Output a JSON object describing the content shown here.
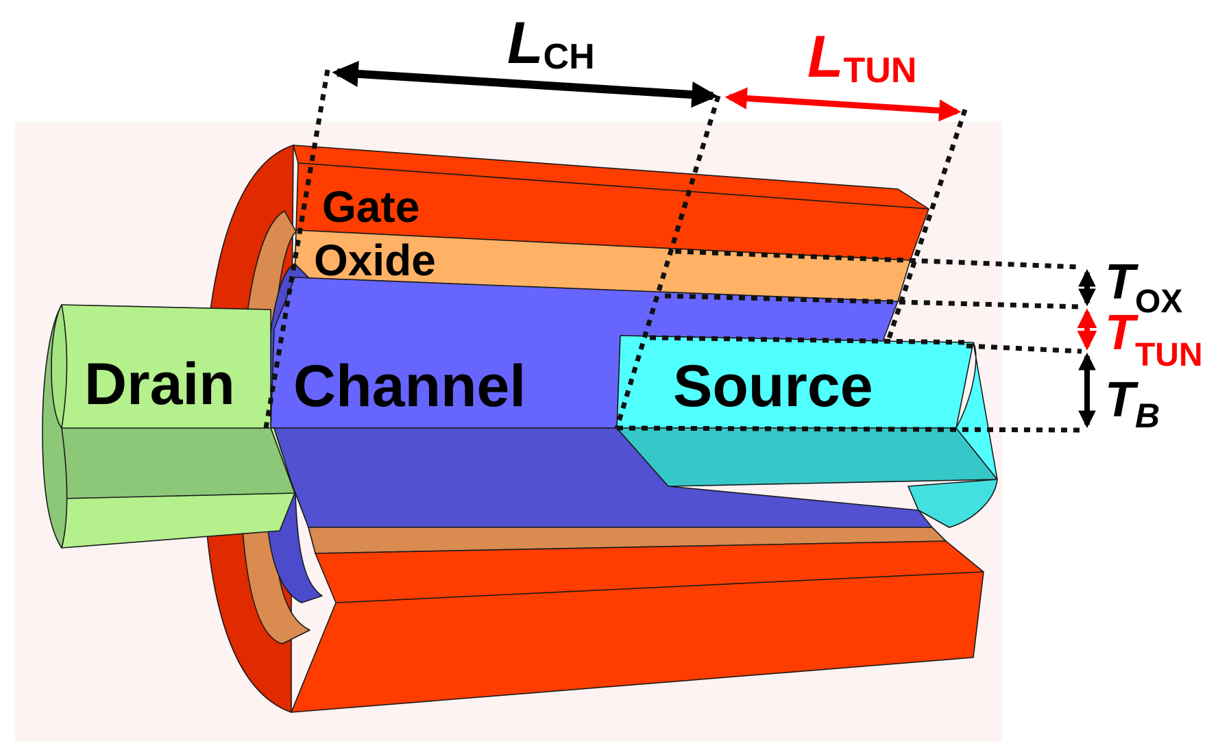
{
  "regions": {
    "gate": "Gate",
    "oxide": "Oxide",
    "drain": "Drain",
    "channel": "Channel",
    "source": "Source"
  },
  "dimensions": {
    "l_ch": {
      "main": "L",
      "sub": "CH"
    },
    "l_tun": {
      "main": "L",
      "sub": "TUN"
    },
    "t_ox": {
      "main": "T",
      "sub": "OX"
    },
    "t_tun": {
      "main": "T",
      "sub": "TUN"
    },
    "t_b": {
      "main": "T",
      "sub": "B"
    }
  },
  "colors": {
    "background": "#fdf3f3",
    "gate": "#ff3d00",
    "gate_dark": "#e02a00",
    "oxide": "#ffb266",
    "oxide_dark": "#d98b50",
    "channel": "#6262ff",
    "channel_dark": "#4b4bcc",
    "drain": "#b4f08c",
    "drain_dark": "#8cc878",
    "source": "#52ffff",
    "source_dark": "#36c8c8",
    "accent_red": "#ff0000",
    "arrow_black": "#000000"
  }
}
